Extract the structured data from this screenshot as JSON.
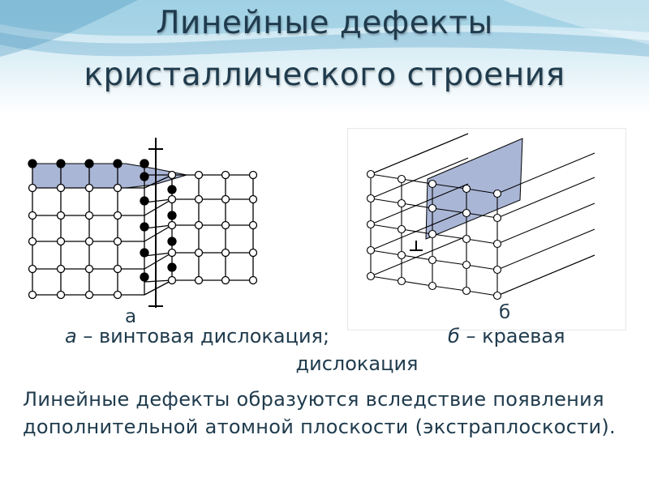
{
  "slide": {
    "title_line1": "Линейные дефекты",
    "title_line2": "кристаллического строения",
    "figure_a_letter": "а",
    "figure_b_letter": "б",
    "caption": {
      "a_letter": "а",
      "a_text": " – винтовая дислокация;",
      "b_letter": "б",
      "b_text": " – краевая",
      "continuation": "дислокация"
    },
    "body_text": "Линейные дефекты образуются вследствие появления дополнительной атомной плоскости (экстраплоскости)."
  },
  "colors": {
    "title": "#1f3b4d",
    "text": "#1f3b4d",
    "plane_fill": "#aab6d6",
    "header_wave": "#5aa3c8"
  }
}
